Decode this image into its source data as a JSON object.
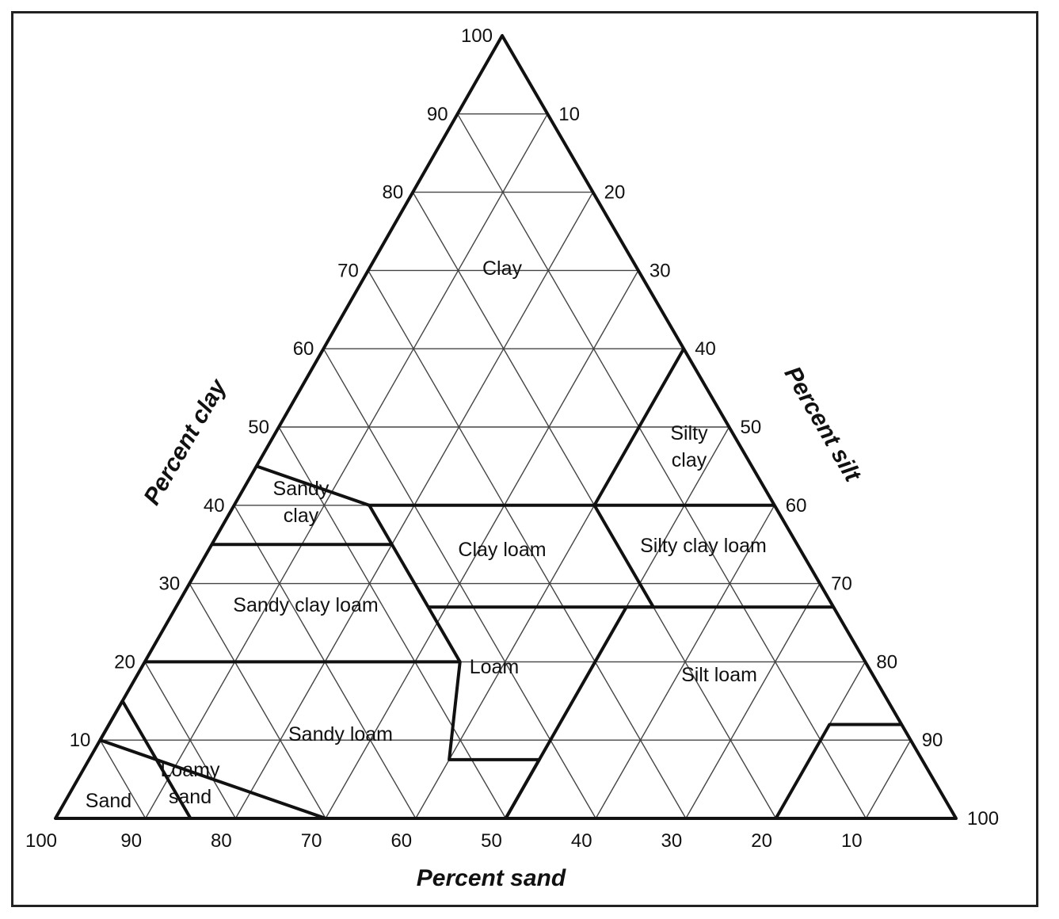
{
  "diagram": {
    "type": "soil-texture-triangle",
    "axes": {
      "clay": {
        "label": "Percent clay",
        "ticks": [
          "10",
          "20",
          "30",
          "40",
          "50",
          "60",
          "70",
          "80",
          "90",
          "100"
        ]
      },
      "silt": {
        "label": "Percent silt",
        "ticks": [
          "10",
          "20",
          "30",
          "40",
          "50",
          "60",
          "70",
          "80",
          "90",
          "100"
        ]
      },
      "sand": {
        "label": "Percent sand",
        "ticks": [
          "100",
          "90",
          "80",
          "70",
          "60",
          "50",
          "40",
          "30",
          "20",
          "10"
        ]
      }
    },
    "regions": [
      {
        "id": "clay",
        "lines": [
          "Clay"
        ]
      },
      {
        "id": "silty-clay",
        "lines": [
          "Silty",
          "clay"
        ]
      },
      {
        "id": "sandy-clay",
        "lines": [
          "Sandy",
          "clay"
        ]
      },
      {
        "id": "clay-loam",
        "lines": [
          "Clay loam"
        ]
      },
      {
        "id": "silty-clay-loam",
        "lines": [
          "Silty clay loam"
        ]
      },
      {
        "id": "sandy-clay-loam",
        "lines": [
          "Sandy clay loam"
        ]
      },
      {
        "id": "loam",
        "lines": [
          "Loam"
        ]
      },
      {
        "id": "silt-loam",
        "lines": [
          "Silt loam"
        ]
      },
      {
        "id": "sandy-loam",
        "lines": [
          "Sandy loam"
        ]
      },
      {
        "id": "loamy-sand",
        "lines": [
          "Loamy",
          "sand"
        ]
      },
      {
        "id": "sand",
        "lines": [
          "Sand"
        ]
      }
    ]
  }
}
